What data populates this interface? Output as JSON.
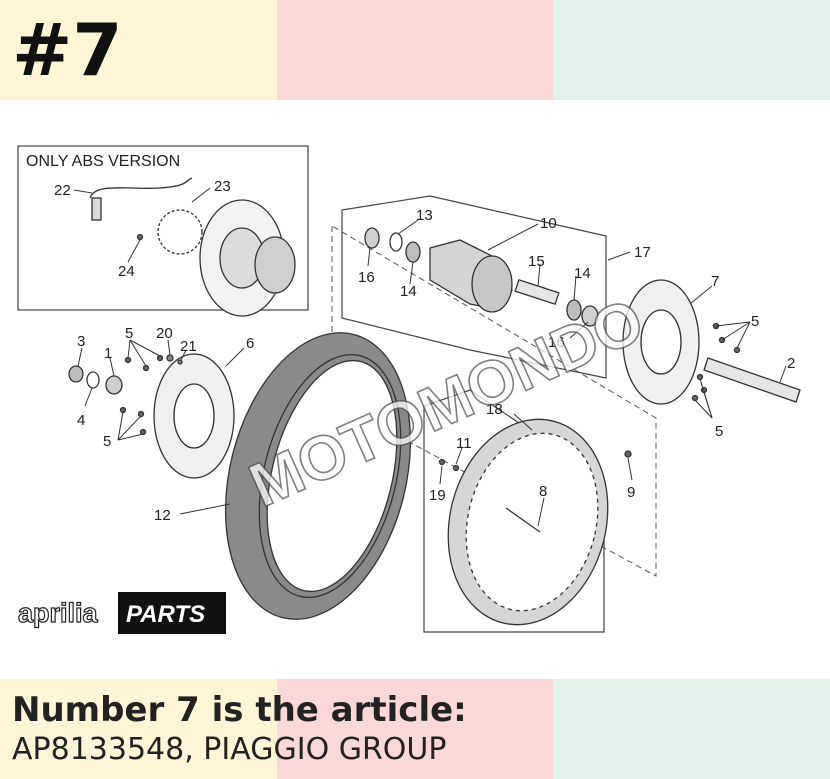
{
  "header": {
    "number": "#7"
  },
  "caption": {
    "line1": "Number 7 is the article:",
    "line2": "AP8133548, PIAGGIO GROUP"
  },
  "diagram": {
    "abs_box_title": "ONLY ABS VERSION",
    "callouts": {
      "c1": "1",
      "c2": "2",
      "c3": "3",
      "c4": "4",
      "c5a": "5",
      "c5b": "5",
      "c5c": "5",
      "c5d": "5",
      "c6": "6",
      "c7": "7",
      "c8": "8",
      "c9": "9",
      "c10": "10",
      "c11": "11",
      "c12": "12",
      "c13": "13",
      "c14a": "14",
      "c14b": "14",
      "c15": "15",
      "c16a": "16",
      "c16b": "16",
      "c17": "17",
      "c18": "18",
      "c19": "19",
      "c20": "20",
      "c21": "21",
      "c22": "22",
      "c23": "23",
      "c24": "24"
    }
  },
  "branding": {
    "logo_left": "aprilia",
    "logo_right": "PARTS"
  },
  "watermark": {
    "text": "MOTOMONDO"
  },
  "colors": {
    "band_yellow": "#fdf5d6",
    "band_pink": "#fbd8d8",
    "band_green": "#e2f3ec",
    "tire": "#8a8a8a",
    "rim": "#cfcfcf",
    "part_fill": "#d9d9d9"
  }
}
